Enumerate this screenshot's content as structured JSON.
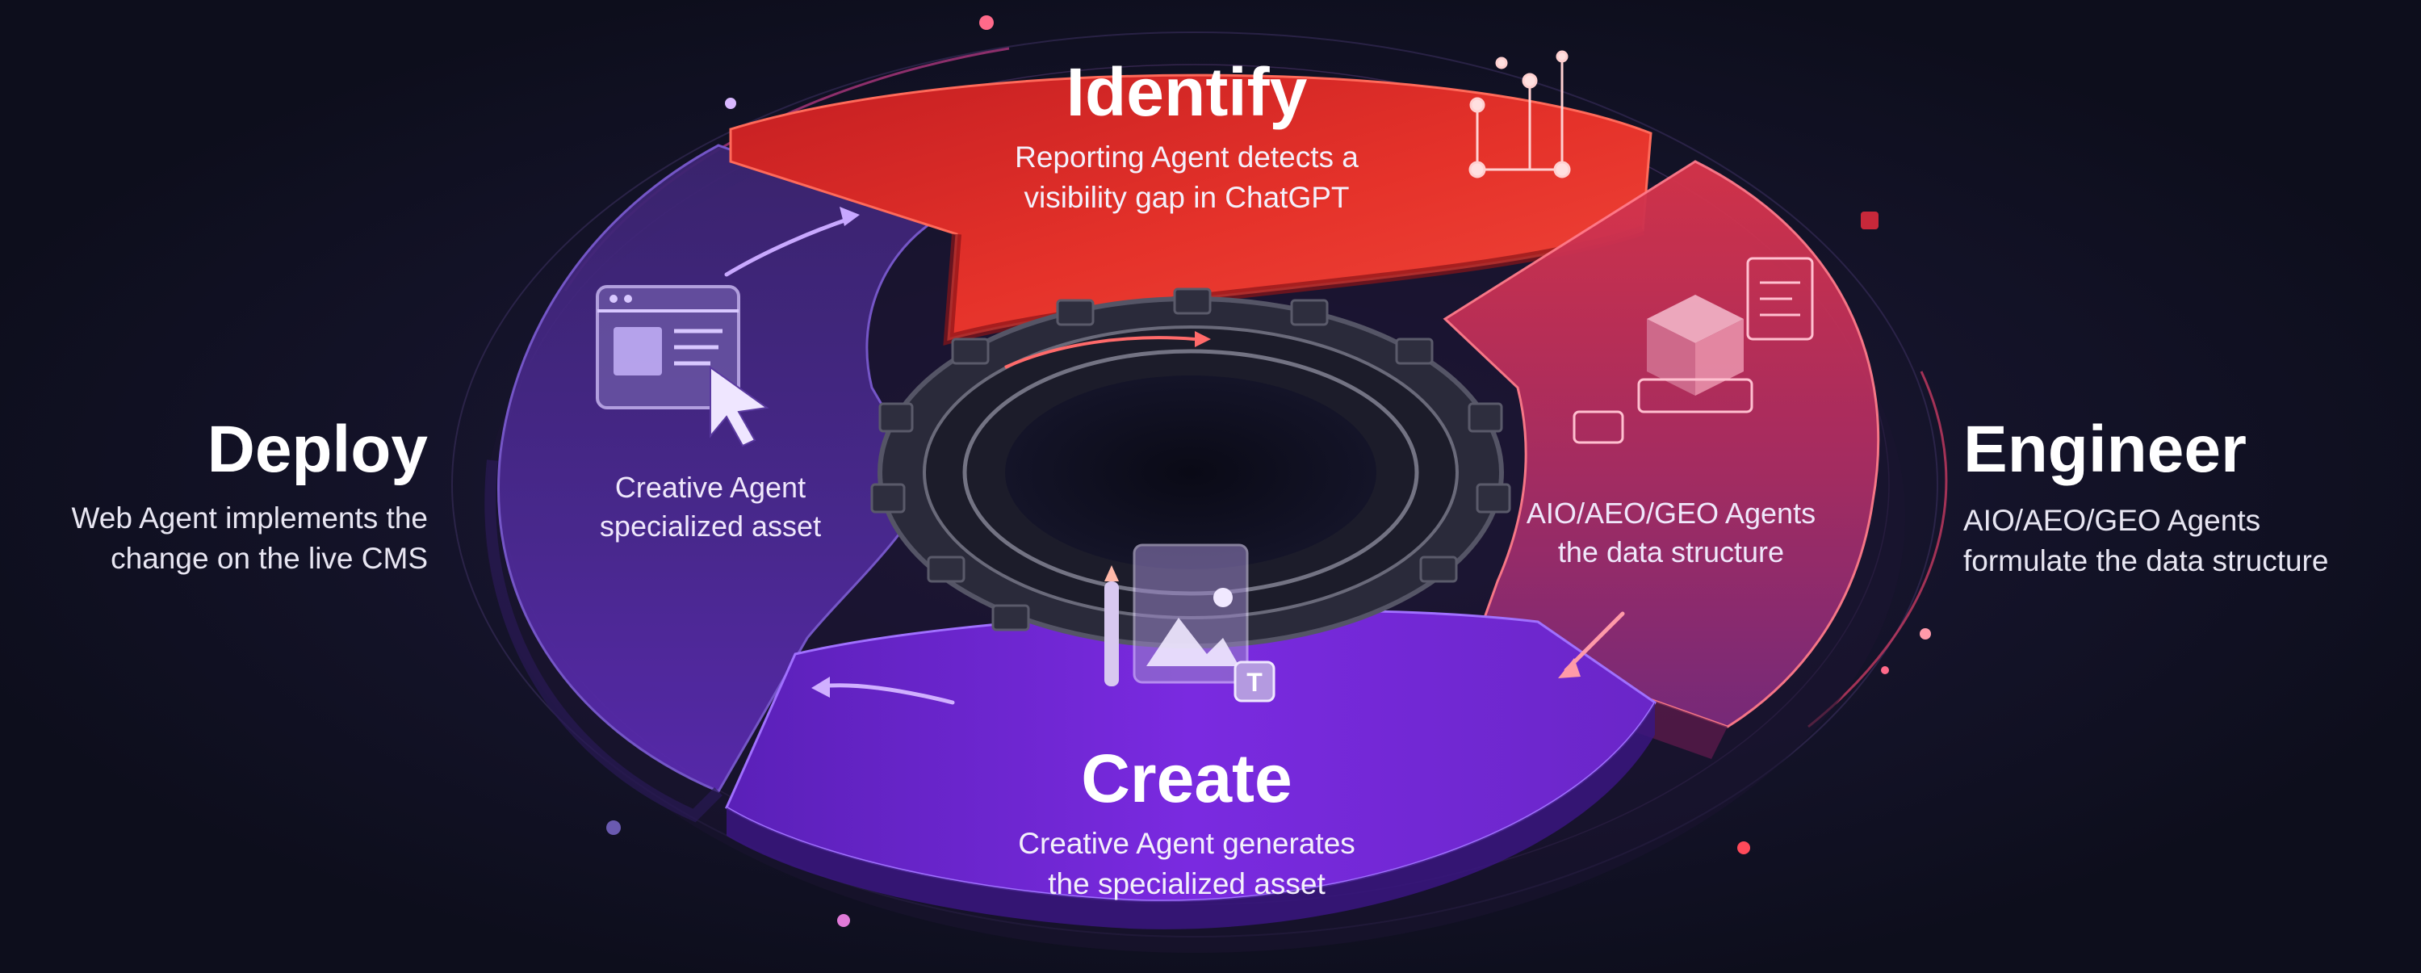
{
  "stages": {
    "identify": {
      "title": "Identify",
      "description_line1": "Reporting Agent detects a",
      "description_line2": "visibility gap in ChatGPT",
      "color": "#e0302c"
    },
    "engineer": {
      "title": "Engineer",
      "description_line1": "AIO/AEO/GEO Agents",
      "description_line2": "formulate the data structure",
      "segment_text_line1": "AIO/AEO/GEO Agents",
      "segment_text_line2": "the data structure",
      "color": "#b0305a"
    },
    "create": {
      "title": "Create",
      "description_line1": "Creative Agent generates",
      "description_line2": "the specialized asset",
      "color": "#6a22cc"
    },
    "deploy": {
      "title": "Deploy",
      "description_line1": "Web Agent implements the",
      "description_line2": "change on the live CMS",
      "segment_text_line1": "Creative Agent",
      "segment_text_line2": "specialized asset",
      "color": "#4a2a8c"
    }
  },
  "icons": {
    "identify": "network-nodes-icon",
    "engineer": "data-cube-icon",
    "create": "image-editor-icon",
    "deploy": "browser-cursor-icon",
    "center": "gear-ring-icon"
  },
  "background_color": "#0f1020"
}
